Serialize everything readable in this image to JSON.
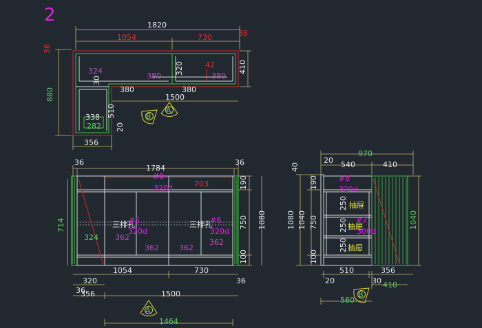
{
  "sheet_number": "2",
  "plan": {
    "overall_width": "1820",
    "left_segment": "1054",
    "right_segment": "730",
    "right_end": "36",
    "left_end": "36",
    "depth": "880",
    "upper_depth": "410",
    "label_324": "324",
    "label_380_a": "380",
    "label_320": "320",
    "label_42": "42",
    "label_380_b": "380",
    "label_30": "30",
    "label_380_c": "380",
    "label_380_d": "380",
    "label_1500": "1500",
    "label_510": "510",
    "label_338": "338",
    "label_282": "282",
    "label_20": "20",
    "label_356": "356",
    "marker_a": "A",
    "marker_b": "B"
  },
  "elevation_a": {
    "overall": "1784",
    "left_end": "36",
    "right_end": "36",
    "ref_top": "#9",
    "ref_top_spec": "320d",
    "top_inner": "703",
    "height_total": "1080",
    "h_190": "190",
    "h_750": "750",
    "h_100": "100",
    "left_depth": "714",
    "inner_324": "324",
    "inner_362_a": "362",
    "inner_362_b": "362",
    "inner_362_c": "362",
    "inner_362_d": "362",
    "label_three_holes_a": "三排孔",
    "label_three_holes_b": "三排孔",
    "ref_mid_a": "#5",
    "ref_mid_a_spec": "320d",
    "ref_mid_b": "#6",
    "ref_mid_b_spec": "320d",
    "bottom_1054": "1054",
    "bottom_730": "730",
    "bottom_320": "320",
    "bottom_36_left": "36",
    "bottom_36_right": "36",
    "bottom_356": "356",
    "bottom_1500": "1500",
    "bottom_1464": "1464",
    "marker": "A"
  },
  "elevation_b": {
    "overall": "970",
    "top_20": "20",
    "top_540": "540",
    "top_410": "410",
    "left_40": "40",
    "h_190": "190",
    "h_1080": "1080",
    "h_1040": "1040",
    "h_750": "750",
    "h_100": "100",
    "right_1040": "1040",
    "ref_top": "#8",
    "ref_top_spec": "320d",
    "ref_mid": "#7",
    "ref_mid_spec": "300d",
    "drawer_250_a": "250",
    "drawer_250_b": "250",
    "drawer_250_c": "250",
    "drawer_label_a": "抽屉",
    "drawer_label_b": "抽屉",
    "drawer_label_c": "抽屉",
    "bottom_20": "20",
    "bottom_510": "510",
    "bottom_30": "30",
    "bottom_356": "356",
    "bottom_410": "410",
    "bottom_560": "560",
    "marker": "B"
  },
  "colors": {
    "background": "#212830",
    "dimension": "#c8b46a",
    "green": "#5fd35f",
    "magenta": "#e020e0",
    "purple": "#b055b0",
    "red": "#e03030",
    "yellow": "#e8e840"
  }
}
